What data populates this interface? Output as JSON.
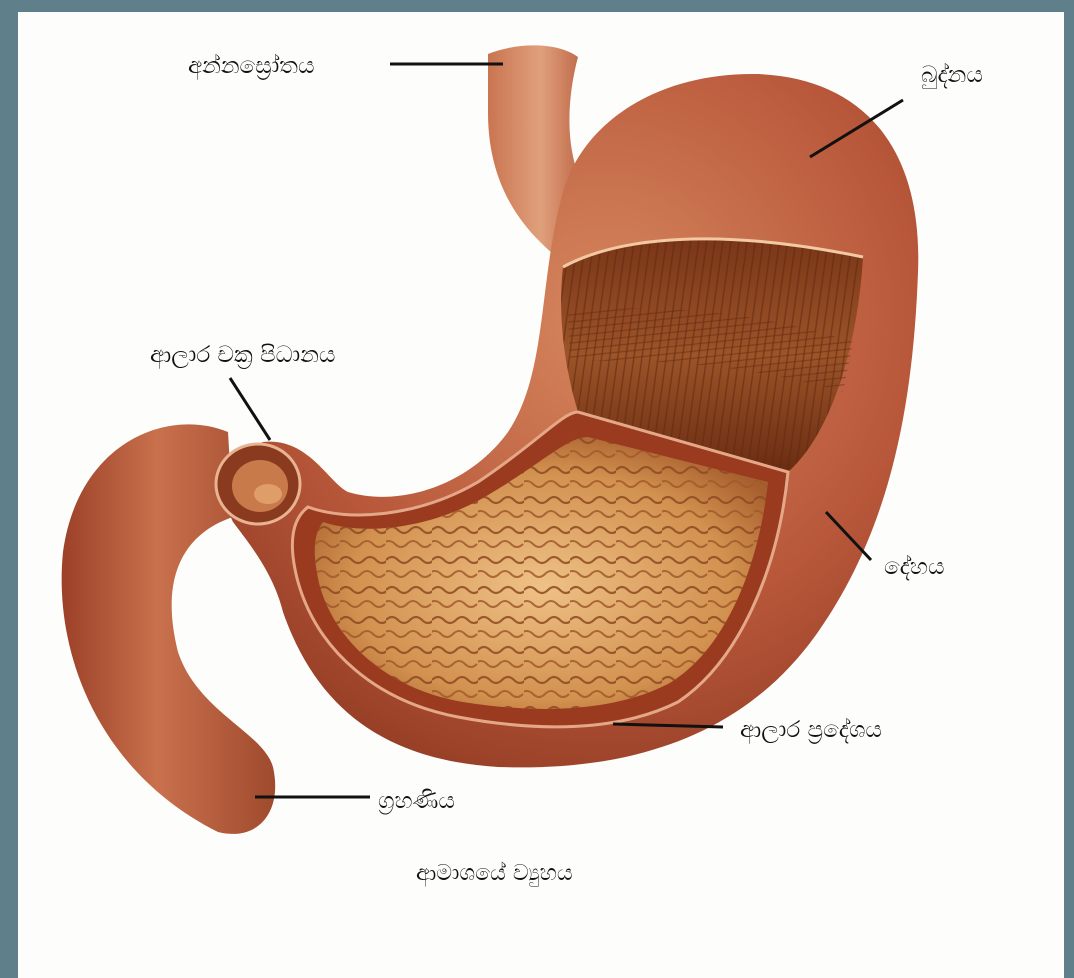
{
  "labels": {
    "esophagus": "අන්නස්‍රෝතය",
    "fundus": "බුද්නය",
    "pyloric_sphincter": "ආලාර චක්‍ර පිධානය",
    "body": "දේහය",
    "pyloric_region": "ආලාර ප්‍රදේශය",
    "duodenum": "ග්‍රහණිය"
  },
  "caption": "ආමාශයේ ව්‍යුහය",
  "colors": {
    "background_frame": "#5f7f8a",
    "page": "#fdfdfb",
    "stomach_outer": "#b8573a",
    "muscle": "#8a4220",
    "mucosa": "#d89a58"
  }
}
